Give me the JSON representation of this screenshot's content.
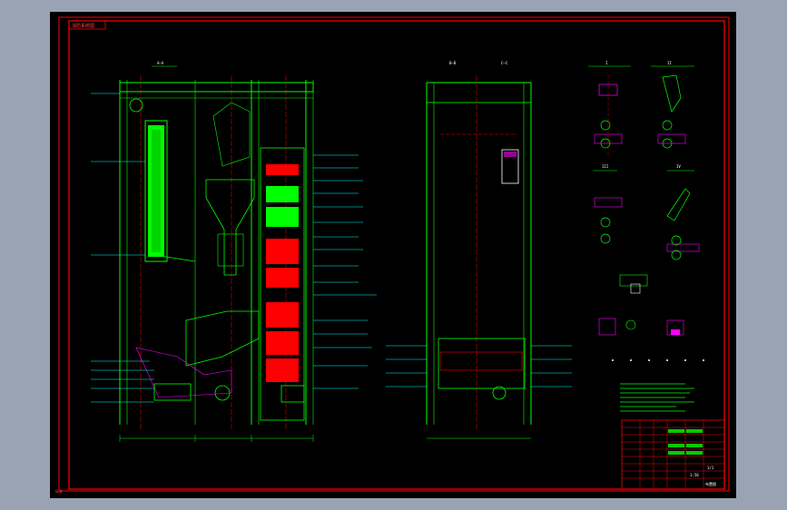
{
  "colors": {
    "background": "#9aa3b3",
    "canvas": "#000000",
    "frame": "#ff0000",
    "structure_green": "#00ff00",
    "heat_red": "#ff0000",
    "annotation_cyan": "#00ffff",
    "highlight_magenta": "#ff00ff",
    "text_white": "#ffffff",
    "title_block_grey": "#888888"
  },
  "drawing": {
    "sheet_tag": "消防系统图",
    "corner_tag": "标准",
    "view_titles": [
      "A—A",
      "B—B",
      "C—C"
    ],
    "detail_labels": [
      "I",
      "II",
      "III",
      "IV"
    ],
    "title_block": {
      "drawing_number": "布置图",
      "scale": "1:50",
      "sheet": "1/1"
    }
  }
}
